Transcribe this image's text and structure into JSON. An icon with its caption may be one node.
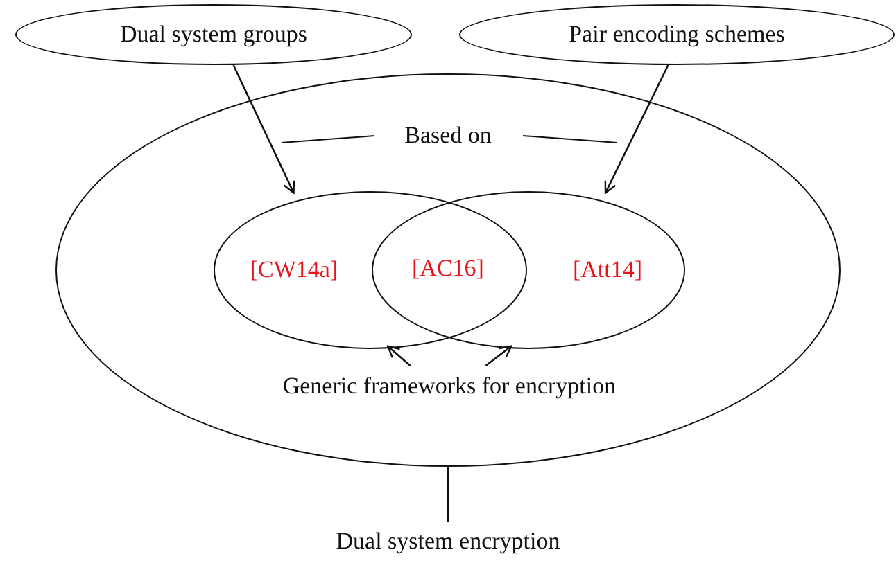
{
  "diagram": {
    "nodes": [
      {
        "text": [
          "Dual system groups"
        ]
      },
      {
        "text": [
          "Pair encoding schemes"
        ]
      },
      {
        "text": [],
        "shape": "ellipse"
      },
      {
        "text": [
          "[CW14a]"
        ],
        "in": 2
      },
      {
        "text": [
          "[Att14]"
        ],
        "in": 2
      },
      {
        "text": [
          "Generic frameworks for encryption"
        ],
        "in": 2
      },
      {
        "text": [
          "Dual system encryption"
        ]
      }
    ],
    "edges": [
      {
        "from": 0,
        "to": 3,
        "arrow": "to"
      },
      {
        "from": 1,
        "to": 4,
        "arrow": "to"
      },
      {
        "from": 5,
        "to": 3,
        "arrow": "to"
      },
      {
        "from": 5,
        "to": 4,
        "arrow": "to"
      },
      {
        "from": 6,
        "to": 2,
        "arrow": "none"
      }
    ],
    "labels": [
      "Based on",
      "[AC16]"
    ]
  }
}
